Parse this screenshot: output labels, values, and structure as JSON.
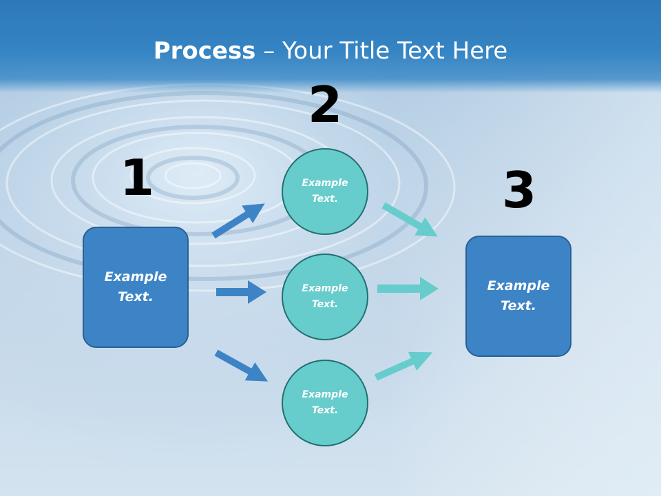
{
  "slide": {
    "title_bold": "Process",
    "title_rest": " – Your Title Text Here"
  },
  "steps": [
    {
      "number": "1",
      "label": "Example\nText."
    },
    {
      "number": "2",
      "label": "Example\nText."
    },
    {
      "number": "3",
      "label": "Example\nText."
    }
  ],
  "circles": [
    {
      "label": "Example\nText."
    },
    {
      "label": "Example\nText."
    },
    {
      "label": "Example\nText."
    }
  ],
  "colors": {
    "box_fill": "#3d84c6",
    "circle_fill": "#66cccc",
    "arrow_in": "#3d84c6",
    "arrow_out": "#66cccc",
    "title_band": "#2e78b9"
  }
}
